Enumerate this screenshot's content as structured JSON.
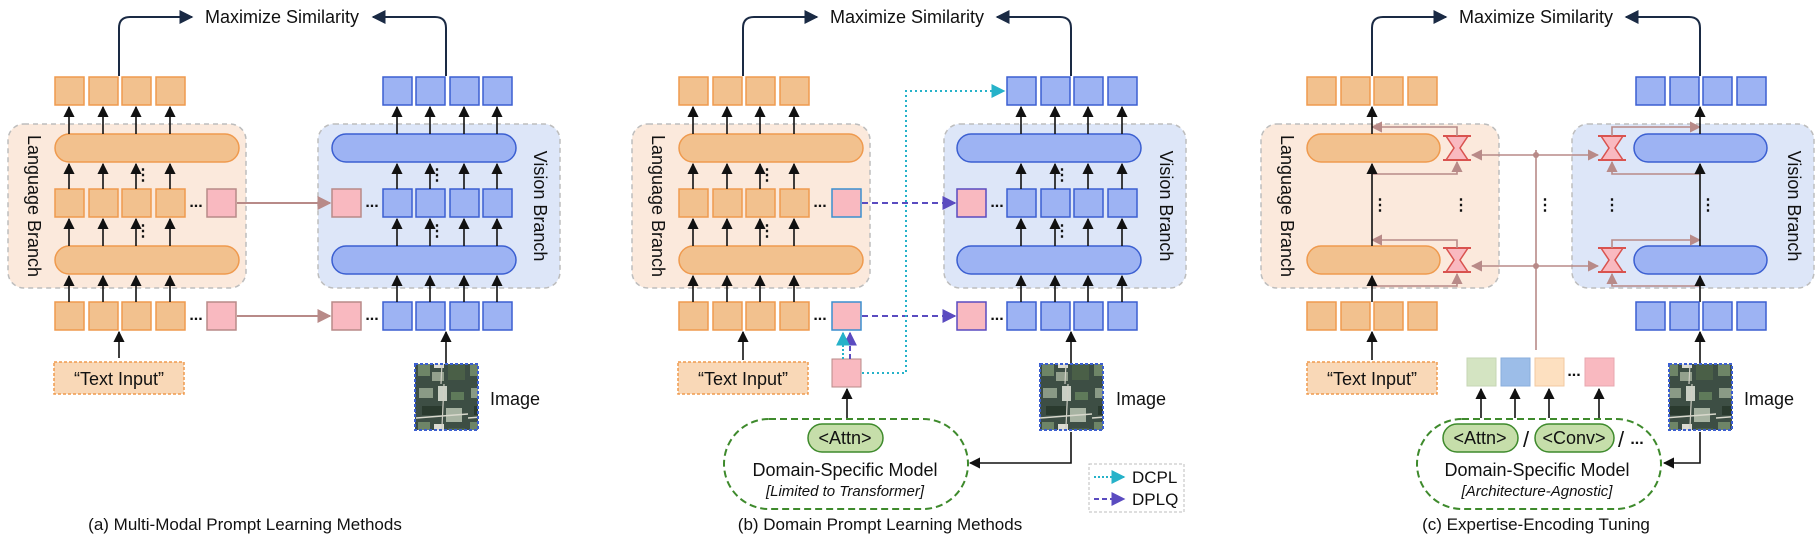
{
  "panels": [
    {
      "caption": "(a) Multi-Modal Prompt Learning Methods",
      "top_label": "Maximize Similarity",
      "language_branch": "Language Branch",
      "vision_branch": "Vision Branch",
      "text_input": "“Text Input”",
      "image_label": "Image"
    },
    {
      "caption": "(b) Domain Prompt Learning Methods",
      "top_label": "Maximize Similarity",
      "language_branch": "Language Branch",
      "vision_branch": "Vision Branch",
      "text_input": "“Text Input”",
      "image_label": "Image",
      "module_tag": "<Attn>",
      "model_name": "Domain-Specific Model",
      "model_note": "[Limited to Transformer]",
      "legend": [
        "DCPL",
        "DPLQ"
      ]
    },
    {
      "caption": "(c) Expertise-Encoding Tuning",
      "top_label": "Maximize Similarity",
      "language_branch": "Language Branch",
      "vision_branch": "Vision Branch",
      "text_input": "“Text Input”",
      "image_label": "Image",
      "module_tags": [
        "<Attn>",
        "<Conv>"
      ],
      "model_name": "Domain-Specific Model",
      "model_note": "[Architecture-Agnostic]"
    }
  ],
  "colors": {
    "orange_fill": "#f2c18e",
    "orange_stroke": "#ef9a4e",
    "orange_bg": "#fbe9dc",
    "blue_fill": "#9db3f3",
    "blue_stroke": "#3b5fd1",
    "blue_bg": "#dde6f8",
    "pink_fill": "#f9b9c0",
    "green_fill": "#c6deaa",
    "green_stroke": "#3e8a2c",
    "dcpl": "#26b2c9",
    "dplq": "#5a4bc0",
    "rose_line": "#b88a88"
  },
  "icons": [
    "up-arrow-icon",
    "satellite-image-icon",
    "hourglass-adapter-icon"
  ]
}
